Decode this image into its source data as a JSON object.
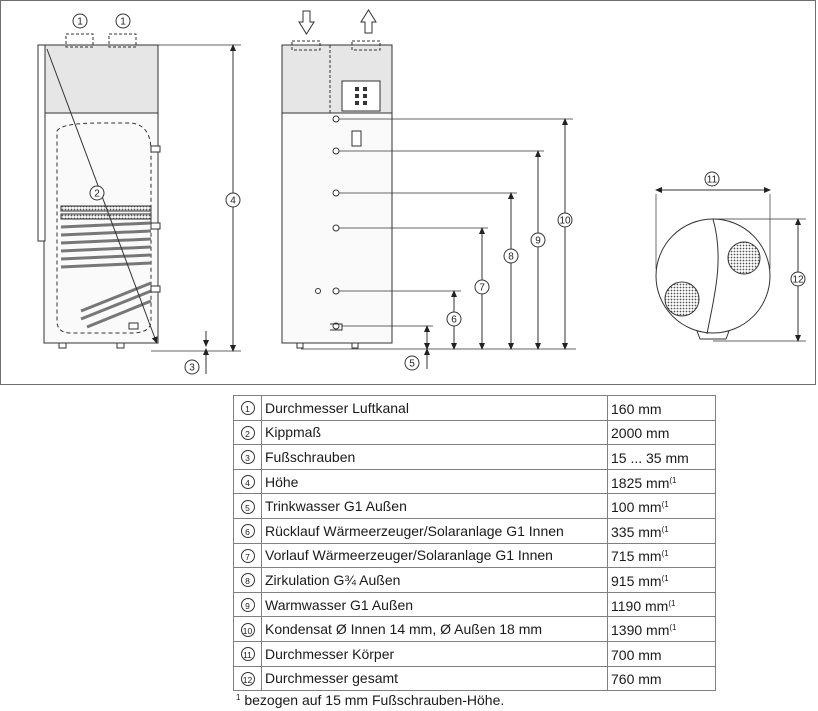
{
  "diagram": {
    "callouts": [
      "1",
      "2",
      "3",
      "4",
      "5",
      "6",
      "7",
      "8",
      "9",
      "10",
      "11",
      "12"
    ]
  },
  "table": {
    "rows": [
      {
        "num": "1",
        "desc": "Durchmesser Luftkanal",
        "value": "160 mm",
        "note": ""
      },
      {
        "num": "2",
        "desc": "Kippmaß",
        "value": "2000 mm",
        "note": ""
      },
      {
        "num": "3",
        "desc": "Fußschrauben",
        "value": "15 ... 35 mm",
        "note": ""
      },
      {
        "num": "4",
        "desc": "Höhe",
        "value": "1825 mm",
        "note": "(1"
      },
      {
        "num": "5",
        "desc": "Trinkwasser G1 Außen",
        "value": "100 mm",
        "note": "(1"
      },
      {
        "num": "6",
        "desc": "Rücklauf Wärmeerzeuger/Solaranlage G1 Innen",
        "value": "335 mm",
        "note": "(1"
      },
      {
        "num": "7",
        "desc": "Vorlauf Wärmeerzeuger/Solaranlage G1 Innen",
        "value": "715 mm",
        "note": "(1"
      },
      {
        "num": "8",
        "desc": "Zirkulation G¾ Außen",
        "value": "915 mm",
        "note": "(1"
      },
      {
        "num": "9",
        "desc": "Warmwasser G1 Außen",
        "value": "1190 mm",
        "note": "(1"
      },
      {
        "num": "10",
        "desc": "Kondensat Ø Innen 14 mm, Ø Außen 18 mm",
        "value": "1390 mm",
        "note": "(1"
      },
      {
        "num": "11",
        "desc": "Durchmesser Körper",
        "value": "700 mm",
        "note": ""
      },
      {
        "num": "12",
        "desc": "Durchmesser gesamt",
        "value": "760 mm",
        "note": ""
      }
    ]
  },
  "footnote": {
    "marker": "1",
    "text": "bezogen auf 15 mm Fußschrauben-Höhe."
  }
}
